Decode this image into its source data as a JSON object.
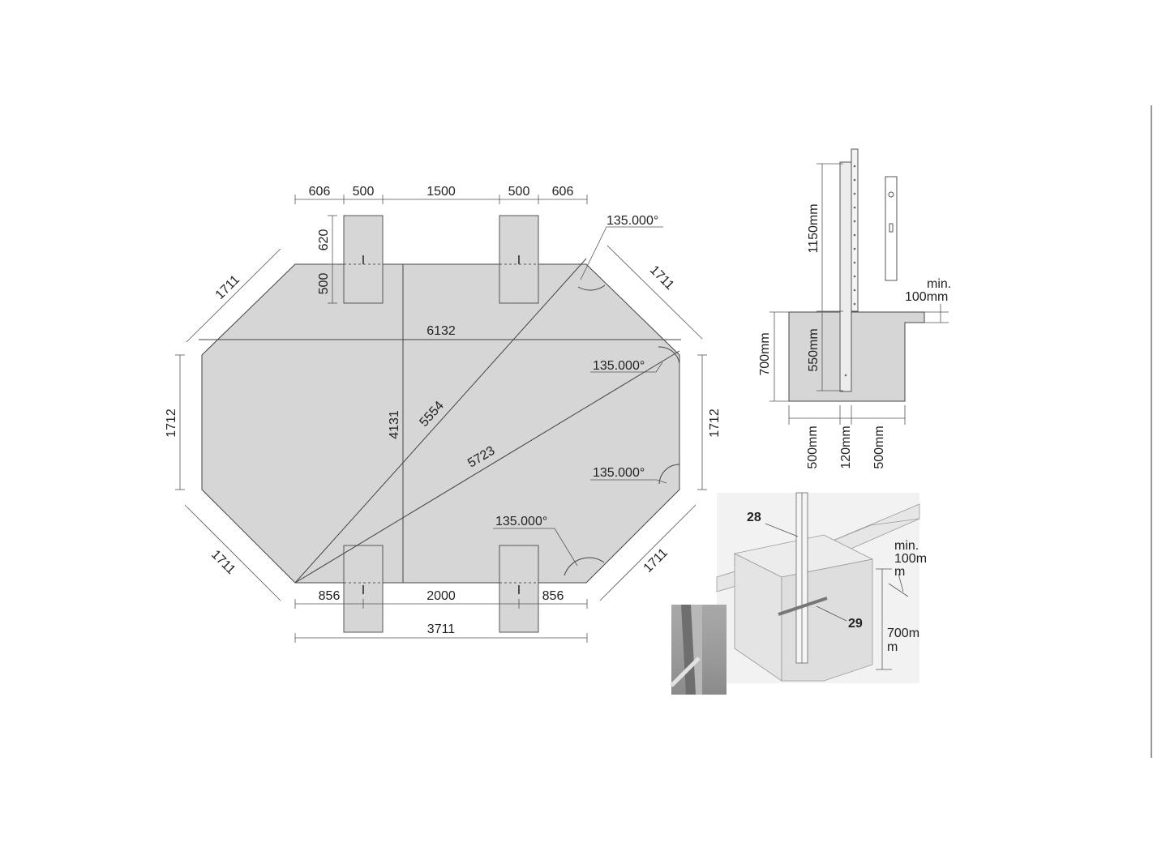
{
  "plan": {
    "top_dims": [
      "606",
      "500",
      "1500",
      "500",
      "606"
    ],
    "bottom_dims": [
      "856",
      "2000",
      "856"
    ],
    "bottom_total": "3711",
    "footing_height": "620",
    "footing_inner": "500",
    "side_left": "1712",
    "side_right": "1712",
    "diag_top_left": "1711",
    "diag_top_right": "1711",
    "diag_bottom_left": "1711",
    "diag_bottom_right": "1711",
    "overall_width": "6132",
    "overall_height": "4131",
    "diag_a": "5554",
    "diag_b": "5723",
    "angle_1": "135.000°",
    "angle_2": "135.000°",
    "angle_3": "135.000°",
    "angle_4": "135.000°",
    "post_mark": "I"
  },
  "section": {
    "post_above": "1150mm",
    "post_in_ground": "550mm",
    "footing_depth": "700mm",
    "slab_min_l1": "min.",
    "slab_min_l2": "100mm",
    "width_left": "500mm",
    "width_post": "120mm",
    "width_right": "500mm"
  },
  "iso": {
    "label_28": "28",
    "label_29": "29",
    "min_l1": "min.",
    "min_l2": "100m",
    "min_l3": "m",
    "depth_l1": "700m",
    "depth_l2": "m"
  },
  "colors": {
    "fill": "#d6d6d6",
    "line": "#444444",
    "text": "#222222"
  }
}
